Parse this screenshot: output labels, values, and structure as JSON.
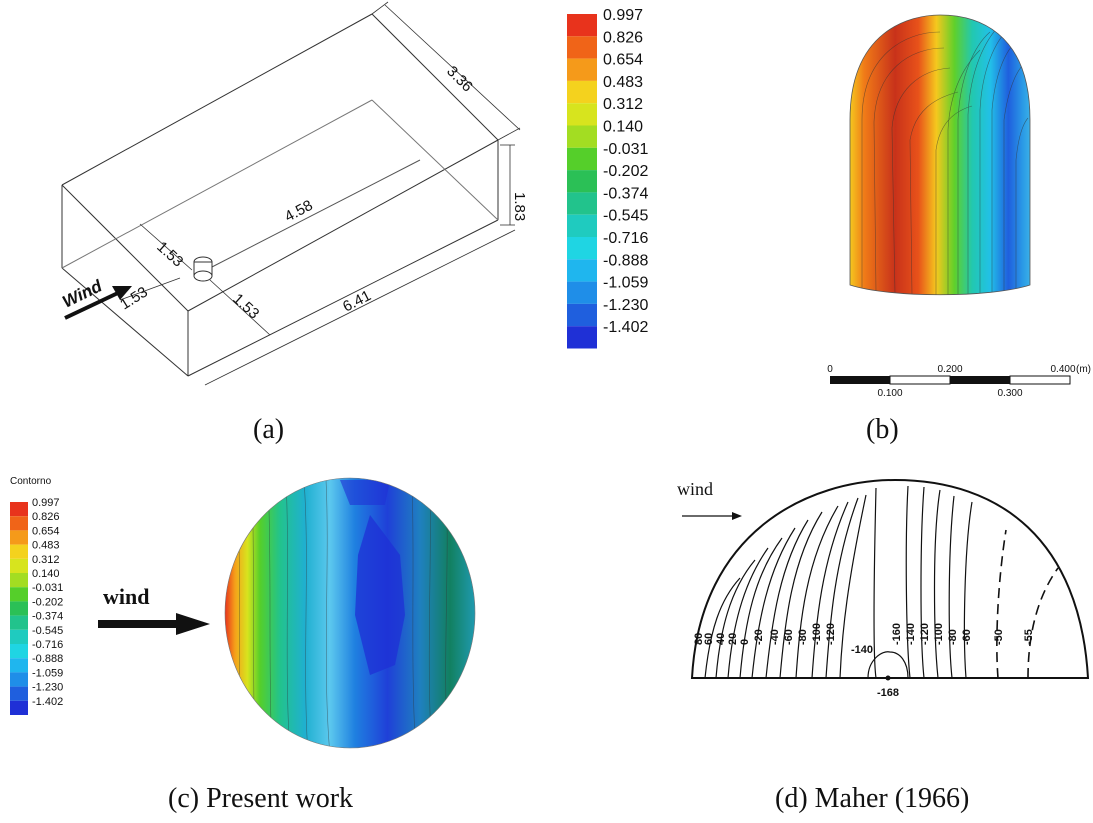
{
  "captions": {
    "a": "(a)",
    "b": "(b)",
    "c": "(c) Present work",
    "d": "(d) Maher (1966)"
  },
  "panel_a": {
    "wind_label": "Wind",
    "dimensions": [
      "3.36",
      "1.83",
      "4.58",
      "1.53",
      "1.53",
      "1.53",
      "6.41"
    ]
  },
  "legend": {
    "title": "Contorno",
    "values": [
      "0.997",
      "0.826",
      "0.654",
      "0.483",
      "0.312",
      "0.140",
      "-0.031",
      "-0.202",
      "-0.374",
      "-0.545",
      "-0.716",
      "-0.888",
      "-1.059",
      "-1.230",
      "-1.402"
    ],
    "colors": [
      "#e8331c",
      "#f06418",
      "#f59a1a",
      "#f4d21e",
      "#d7e41e",
      "#a3dd22",
      "#55cf2a",
      "#2bc056",
      "#22c38c",
      "#1fcbbf",
      "#1fd5e3",
      "#1fb6ee",
      "#1f8ee8",
      "#1f5fde",
      "#1f30d6"
    ]
  },
  "scale_bar": {
    "top_labels": [
      "0",
      "0.200",
      "0.400",
      "(m)"
    ],
    "bottom_labels": [
      "0.100",
      "0.300"
    ]
  },
  "panel_c": {
    "wind_label": "wind"
  },
  "panel_d": {
    "wind_label": "wind",
    "contour_labels": [
      "80",
      "60",
      "40",
      "20",
      "0",
      "-20",
      "-40",
      "-60",
      "-80",
      "-100",
      "-120",
      "-140",
      "-160",
      "-140",
      "-120",
      "-100",
      "-80",
      "-60",
      "-50",
      "-55",
      "-168"
    ]
  }
}
